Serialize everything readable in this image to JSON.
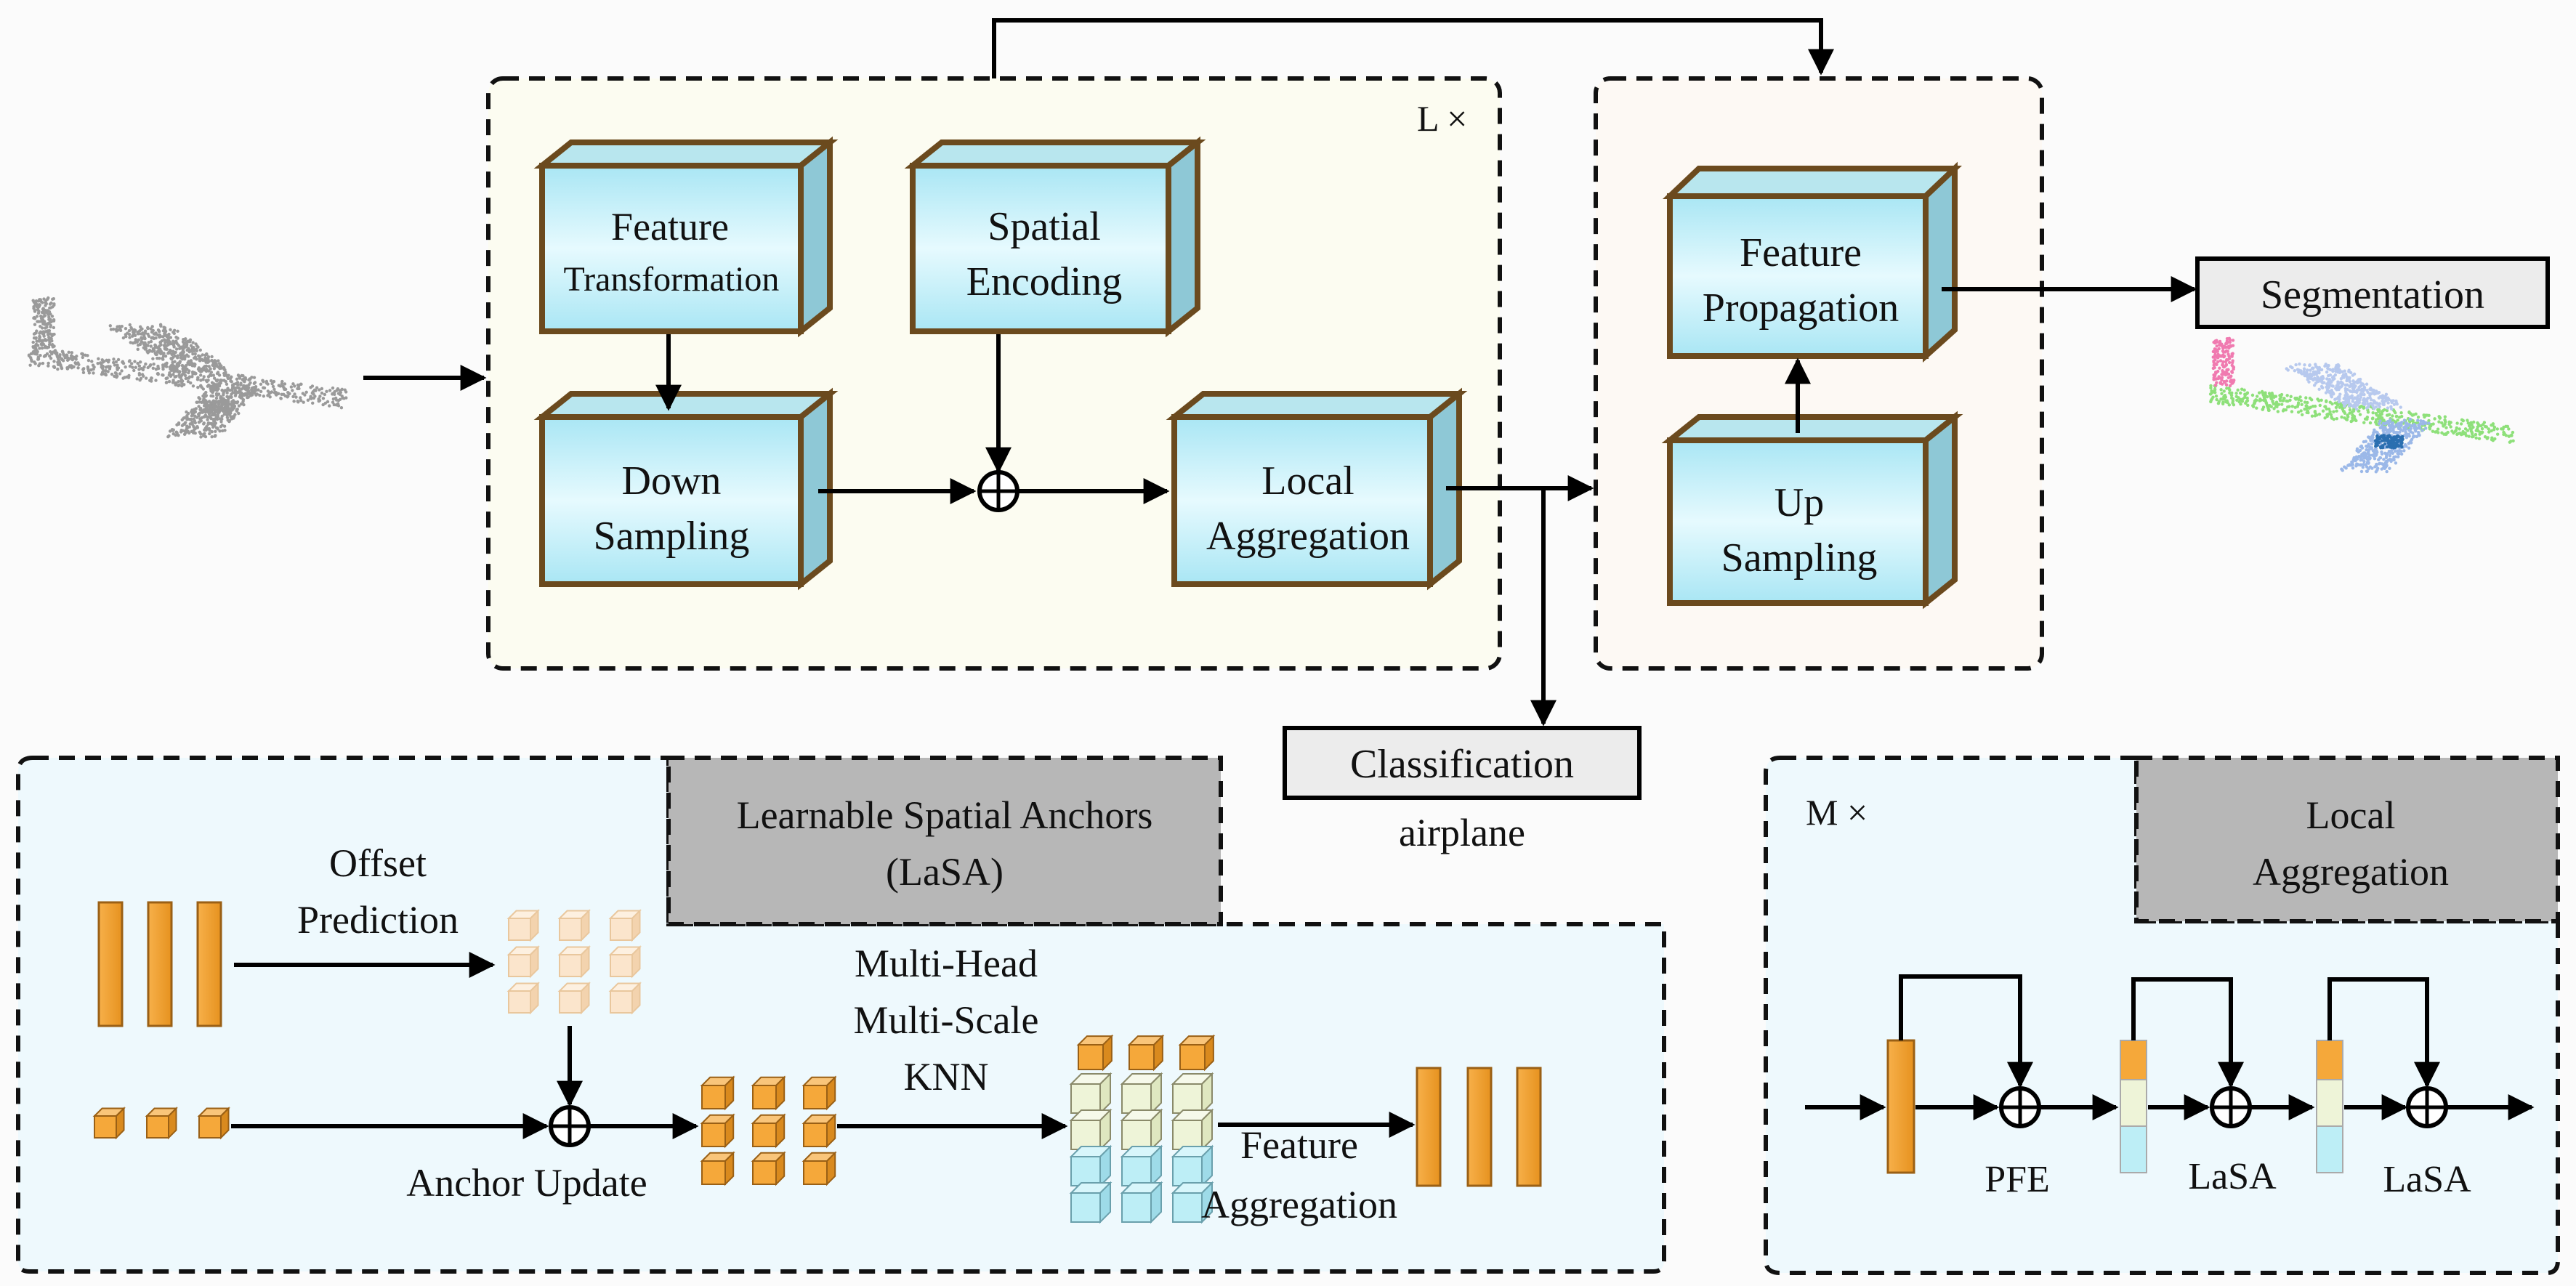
{
  "encoder": {
    "repeat_label": "L ×"
  },
  "blocks": {
    "feature_transformation": [
      "Feature",
      "Transformation"
    ],
    "spatial_encoding": [
      "Spatial",
      "Encoding"
    ],
    "down_sampling": [
      "Down",
      "Sampling"
    ],
    "local_aggregation": [
      "Local",
      "Aggregation"
    ],
    "feature_propagation": [
      "Feature",
      "Propagation"
    ],
    "up_sampling": [
      "Up",
      "Sampling"
    ]
  },
  "outputs": {
    "segmentation": "Segmentation",
    "classification": "Classification",
    "class_result": "airplane"
  },
  "lasa_panel": {
    "title": [
      "Learnable Spatial Anchors",
      "(LaSA)"
    ],
    "offset_label": [
      "Offset",
      "Prediction"
    ],
    "anchor_update_label": "Anchor Update",
    "knn_label": [
      "Multi-Head",
      "Multi-Scale",
      "KNN"
    ],
    "feature_aggregation_label": [
      "Feature",
      "Aggregation"
    ]
  },
  "la_panel": {
    "repeat_label": "M ×",
    "title": [
      "Local",
      "Aggregation"
    ],
    "labels": [
      "PFE",
      "LaSA",
      "LaSA"
    ]
  },
  "colors": {
    "block_face": "#c9f1fa",
    "block_edge": "#6b4a1e",
    "orange": "#f5a83a",
    "panel_bg": "#eef9fd",
    "encoder_bg": "#fcfcf2",
    "title_gray": "#b7b7b7"
  }
}
